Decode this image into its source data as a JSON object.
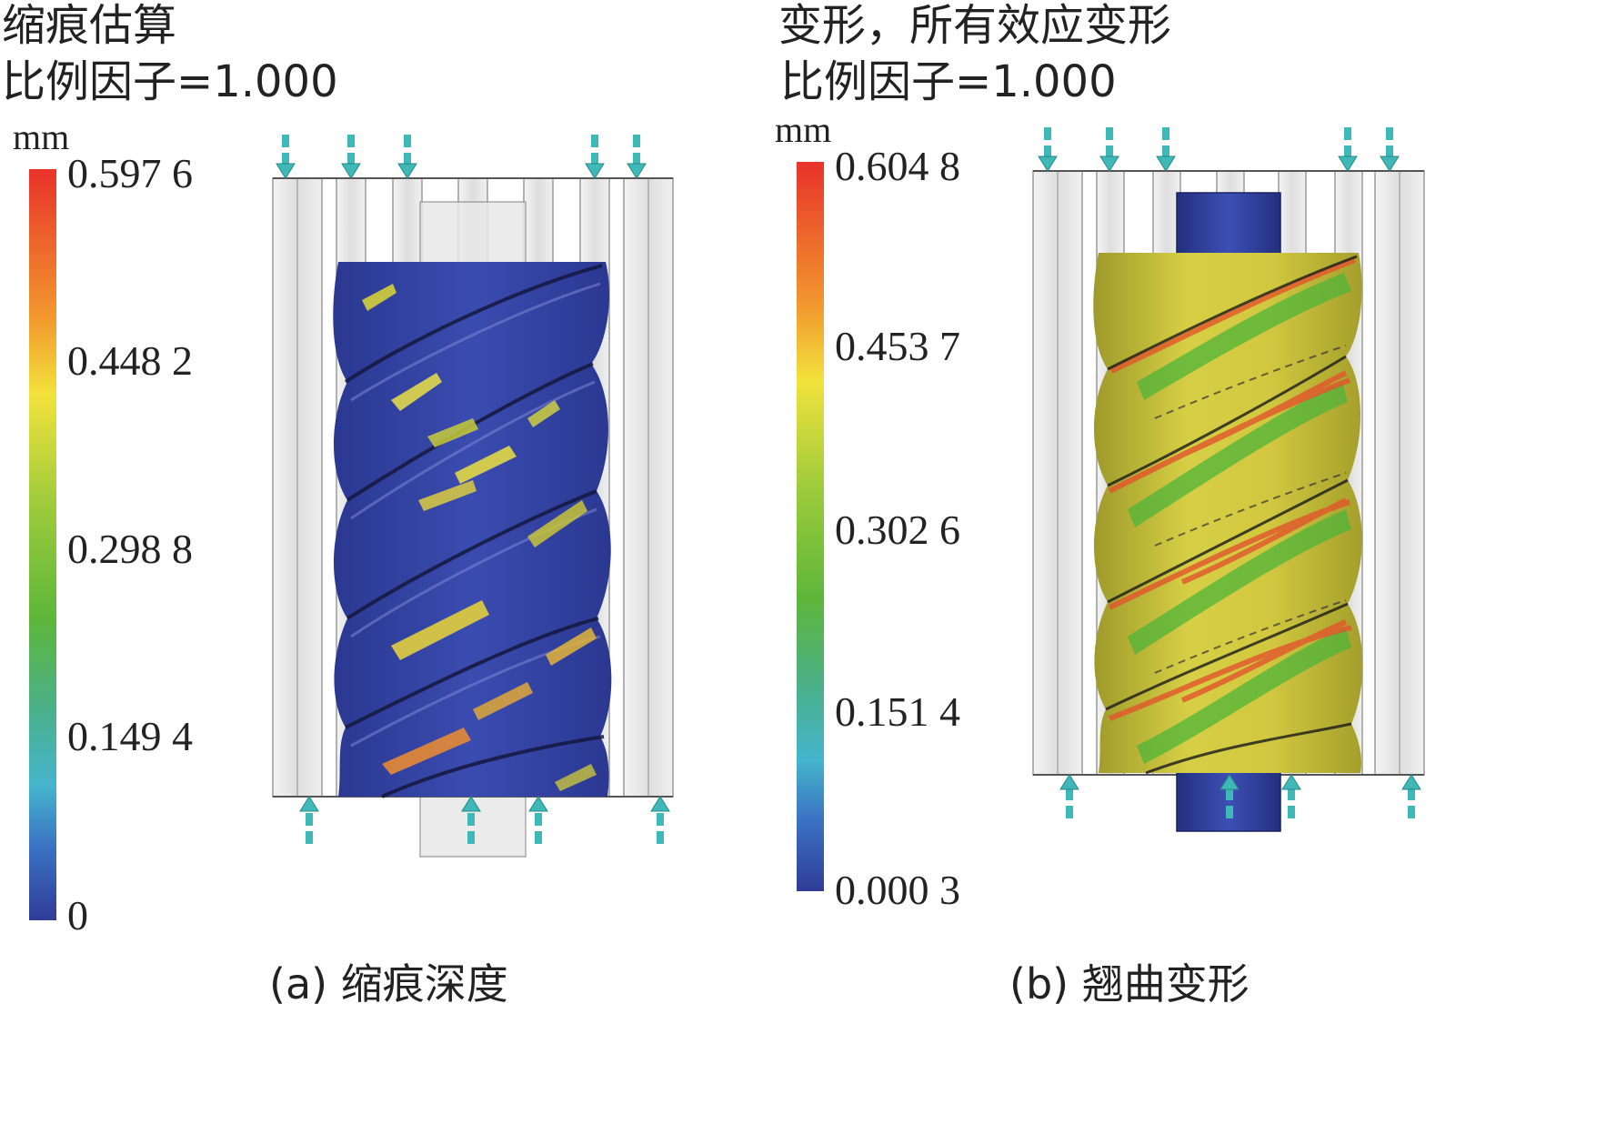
{
  "panels": [
    {
      "id": "a",
      "title_line1": "缩痕估算",
      "title_line2": "比例因子=1.000",
      "unit": "mm",
      "colorbar_ticks": [
        "0.597 6",
        "0.448 2",
        "0.298 8",
        "0.149 4",
        "0"
      ],
      "caption": "(a) 缩痕深度"
    },
    {
      "id": "b",
      "title_line1": "变形，所有效应变形",
      "title_line2": "比例因子=1.000",
      "unit": "mm",
      "colorbar_ticks": [
        "0.604 8",
        "0.453 7",
        "0.302 6",
        "0.151 4",
        "0.000 3"
      ],
      "caption": "(b) 翘曲变形"
    }
  ],
  "colors": {
    "colorbar_top": "#e8322a",
    "colorbar_mid": "#5db63a",
    "colorbar_bottom": "#2f3c98",
    "model_a": "#3545a6",
    "model_b": "#c8c23a",
    "pins": "#e4e4e4",
    "arrows": "#3fb8b8"
  }
}
